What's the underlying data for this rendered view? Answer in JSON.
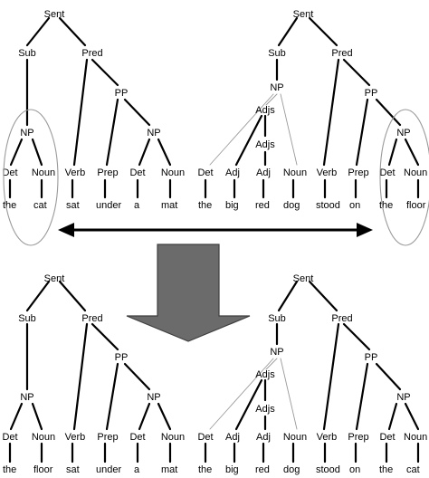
{
  "colors": {
    "background": "#ffffff",
    "text": "#000000",
    "edge": "#000000",
    "thin_edge": "#9a9a9a",
    "oval": "#9a9a9a",
    "arrow_fill": "#6b6b6b",
    "arrow_stroke": "#3f3f3f"
  },
  "top_left_tree": {
    "nodes": {
      "sent": "Sent",
      "sub": "Sub",
      "pred": "Pred",
      "np": "NP",
      "verb": "Verb",
      "pp": "PP",
      "prep": "Prep",
      "np2": "NP",
      "det": "Det",
      "noun": "Noun",
      "det2": "Det",
      "noun2": "Noun"
    },
    "words": {
      "det": "the",
      "noun": "cat",
      "verb": "sat",
      "prep": "under",
      "det2": "a",
      "noun2": "mat"
    }
  },
  "top_right_tree": {
    "nodes": {
      "sent": "Sent",
      "sub": "Sub",
      "np": "NP",
      "pred": "Pred",
      "adjs1": "Adjs",
      "adjs2": "Adjs",
      "pp": "PP",
      "np2": "NP",
      "det": "Det",
      "adj1": "Adj",
      "adj2": "Adj",
      "noun": "Noun",
      "verb": "Verb",
      "prep": "Prep",
      "det2": "Det",
      "noun2": "Noun"
    },
    "words": {
      "det": "the",
      "adj1": "big",
      "adj2": "red",
      "noun": "dog",
      "verb": "stood",
      "prep": "on",
      "det2": "the",
      "noun2": "floor"
    }
  },
  "bottom_left_tree": {
    "nodes": {
      "sent": "Sent",
      "sub": "Sub",
      "pred": "Pred",
      "np": "NP",
      "verb": "Verb",
      "pp": "PP",
      "prep": "Prep",
      "np2": "NP",
      "det": "Det",
      "noun": "Noun",
      "det2": "Det",
      "noun2": "Noun"
    },
    "words": {
      "det": "the",
      "noun": "floor",
      "verb": "sat",
      "prep": "under",
      "det2": "a",
      "noun2": "mat"
    }
  },
  "bottom_right_tree": {
    "nodes": {
      "sent": "Sent",
      "sub": "Sub",
      "np": "NP",
      "pred": "Pred",
      "adjs1": "Adjs",
      "adjs2": "Adjs",
      "pp": "PP",
      "np2": "NP",
      "det": "Det",
      "adj1": "Adj",
      "adj2": "Adj",
      "noun": "Noun",
      "verb": "Verb",
      "prep": "Prep",
      "det2": "Det",
      "noun2": "Noun"
    },
    "words": {
      "det": "the",
      "adj1": "big",
      "adj2": "red",
      "noun": "dog",
      "verb": "stood",
      "prep": "on",
      "det2": "the",
      "noun2": "cat"
    }
  }
}
